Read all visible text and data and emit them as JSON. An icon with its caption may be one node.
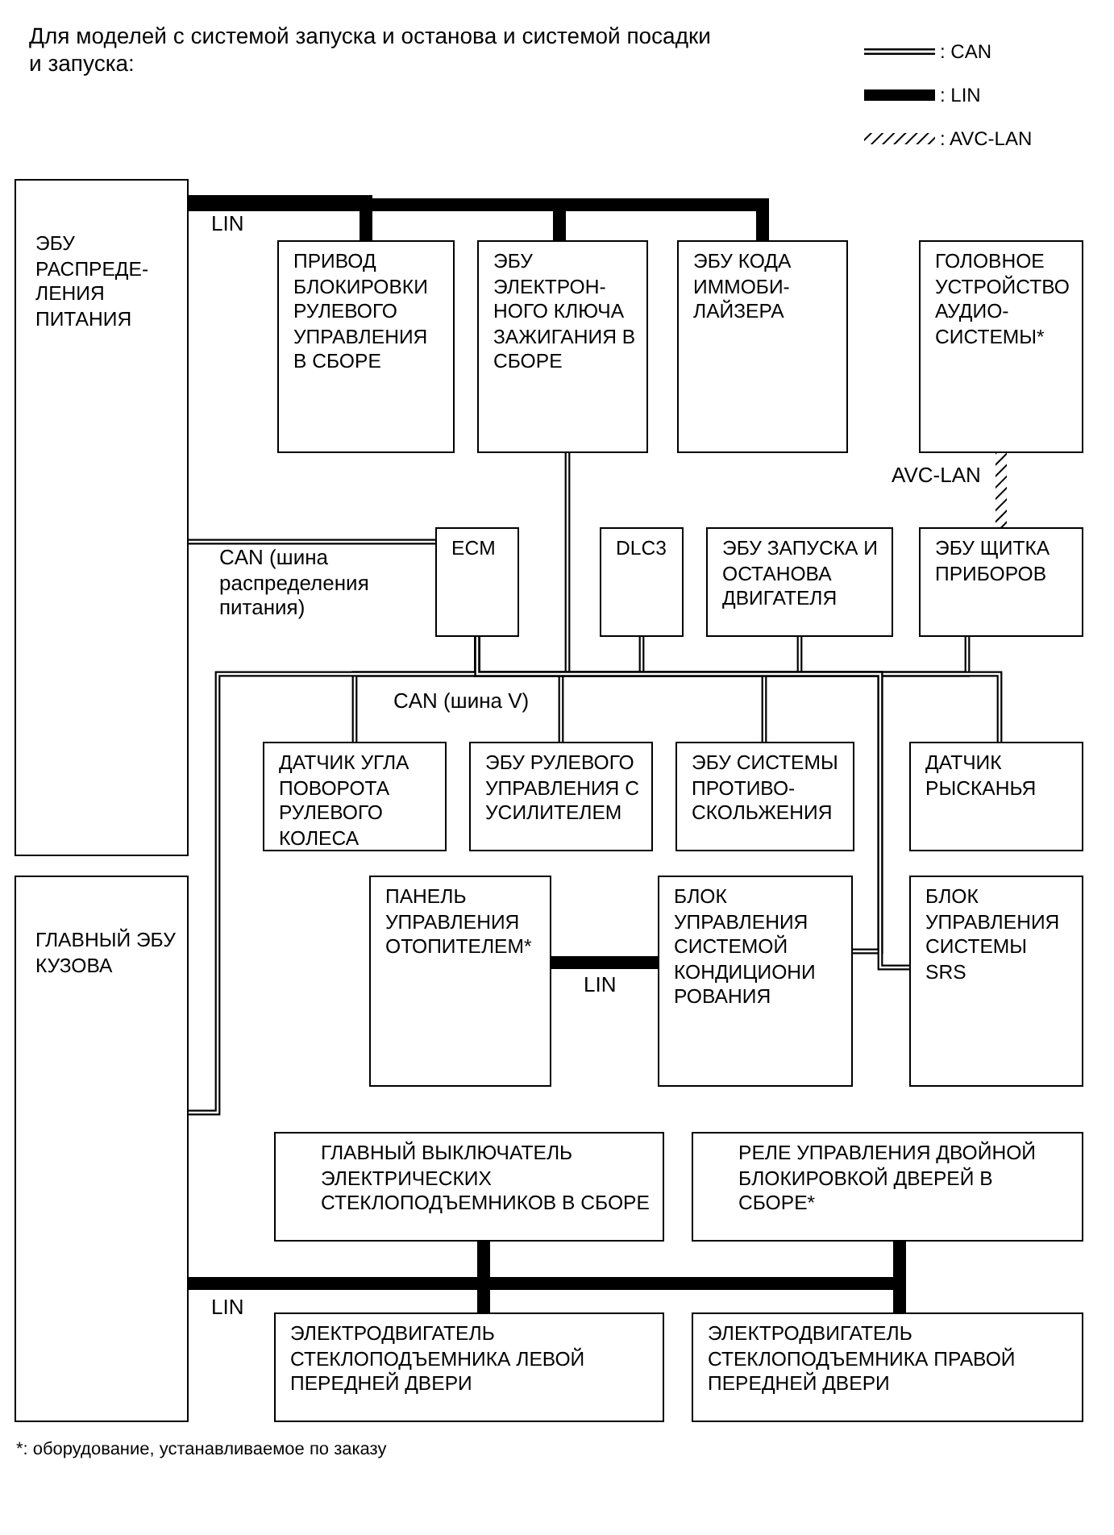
{
  "diagram": {
    "title": "Для моделей с системой запуска и останова и системой посадки и запуска:",
    "caption": "*: оборудование, устанавливаемое по заказу",
    "nodes": [
      {
        "text": [
          "ЭБУ РАСПРЕДЕ-ЛЕНИЯ ПИТАНИЯ"
        ]
      },
      {
        "text": [
          "ПРИВОД БЛОКИРОВКИ РУЛЕВОГО УПРАВЛЕНИЯ В СБОРЕ"
        ]
      },
      {
        "text": [
          "ЭБУ ЭЛЕКТРОН-НОГО КЛЮЧА ЗАЖИГАНИЯ В СБОРЕ"
        ]
      },
      {
        "text": [
          "ЭБУ КОДА ИММОБИ-ЛАЙЗЕРА"
        ]
      },
      {
        "text": [
          "ГОЛОВНОЕ УСТРОЙСТВО АУДИО-СИСТЕМЫ*"
        ]
      },
      {
        "text": [
          "ECM"
        ]
      },
      {
        "text": [
          "DLC3"
        ]
      },
      {
        "text": [
          "ЭБУ ЗАПУСКА И ОСТАНОВА ДВИГАТЕЛЯ"
        ]
      },
      {
        "text": [
          "ЭБУ ЩИТКА ПРИБОРОВ"
        ]
      },
      {
        "text": [
          "ДАТЧИК УГЛА ПОВОРОТА РУЛЕВОГО КОЛЕСА"
        ]
      },
      {
        "text": [
          "ЭБУ РУЛЕВОГО УПРАВЛЕНИЯ С УСИЛИТЕЛЕМ"
        ]
      },
      {
        "text": [
          "ЭБУ СИСТЕМЫ ПРОТИВО-СКОЛЬЖЕНИЯ"
        ]
      },
      {
        "text": [
          "ДАТЧИК РЫСКАНЬЯ"
        ]
      },
      {
        "text": [
          "ГЛАВНЫЙ ЭБУ КУЗОВА"
        ]
      },
      {
        "text": [
          "ПАНЕЛЬ УПРАВЛЕНИЯ ОТОПИТЕЛЕМ*"
        ]
      },
      {
        "text": [
          "БЛОК УПРАВЛЕНИЯ СИСТЕМОЙ КОНДИЦИОНИ РОВАНИЯ"
        ]
      },
      {
        "text": [
          "БЛОК УПРАВЛЕНИЯ СИСТЕМЫ SRS"
        ]
      },
      {
        "text": [
          "ГЛАВНЫЙ ВЫКЛЮЧАТЕЛЬ ЭЛЕКТРИЧЕСКИХ СТЕКЛОПОДЪЕМНИКОВ В СБОРЕ"
        ]
      },
      {
        "text": [
          "РЕЛЕ УПРАВЛЕНИЯ ДВОЙНОЙ БЛОКИРОВКОЙ ДВЕРЕЙ В СБОРЕ*"
        ]
      },
      {
        "text": [
          "ЭЛЕКТРОДВИГАТЕЛЬ СТЕКЛОПОДЪЕМНИКА ЛЕВОЙ ПЕРЕДНЕЙ ДВЕРИ"
        ]
      },
      {
        "text": [
          "ЭЛЕКТРОДВИГАТЕЛЬ СТЕКЛОПОДЪЕМНИКА ПРАВОЙ ПЕРЕДНЕЙ ДВЕРИ"
        ]
      }
    ],
    "edges": [
      {
        "from": 0,
        "to": 1,
        "arrow": "none",
        "style": "thick",
        "label": "LIN"
      },
      {
        "from": 0,
        "to": 2,
        "arrow": "none",
        "style": "thick"
      },
      {
        "from": 0,
        "to": 3,
        "arrow": "none",
        "style": "thick"
      },
      {
        "from": 4,
        "to": 8,
        "arrow": "none",
        "style": "dashed",
        "label": "AVC-LAN"
      },
      {
        "from": 0,
        "to": 5,
        "arrow": "none",
        "label": "CAN (шина распределения питания)"
      },
      {
        "from": 5,
        "to": 2,
        "arrow": "none"
      },
      {
        "from": 5,
        "to": 6,
        "arrow": "none"
      },
      {
        "from": 5,
        "to": 7,
        "arrow": "none"
      },
      {
        "from": 5,
        "to": 8,
        "arrow": "none"
      },
      {
        "from": 5,
        "to": 9,
        "arrow": "none"
      },
      {
        "from": 5,
        "to": 10,
        "arrow": "none"
      },
      {
        "from": 5,
        "to": 11,
        "arrow": "none"
      },
      {
        "from": 5,
        "to": 12,
        "arrow": "none"
      },
      {
        "from": 5,
        "to": 13,
        "arrow": "none"
      },
      {
        "from": 5,
        "to": 15,
        "arrow": "none"
      },
      {
        "from": 5,
        "to": 16,
        "arrow": "none"
      },
      {
        "from": 14,
        "to": 15,
        "arrow": "none",
        "style": "thick",
        "label": "LIN"
      },
      {
        "from": 13,
        "to": 17,
        "arrow": "none",
        "style": "thick"
      },
      {
        "from": 13,
        "to": 18,
        "arrow": "none",
        "style": "thick"
      },
      {
        "from": 13,
        "to": 19,
        "arrow": "none",
        "style": "thick",
        "label": "LIN"
      },
      {
        "from": 13,
        "to": 20,
        "arrow": "none",
        "style": "thick"
      }
    ],
    "labels": [
      "CAN (шина V)"
    ],
    "legend": [
      {
        "text": ": CAN"
      },
      {
        "text": ": LIN"
      },
      {
        "text": ": AVC-LAN"
      }
    ]
  }
}
